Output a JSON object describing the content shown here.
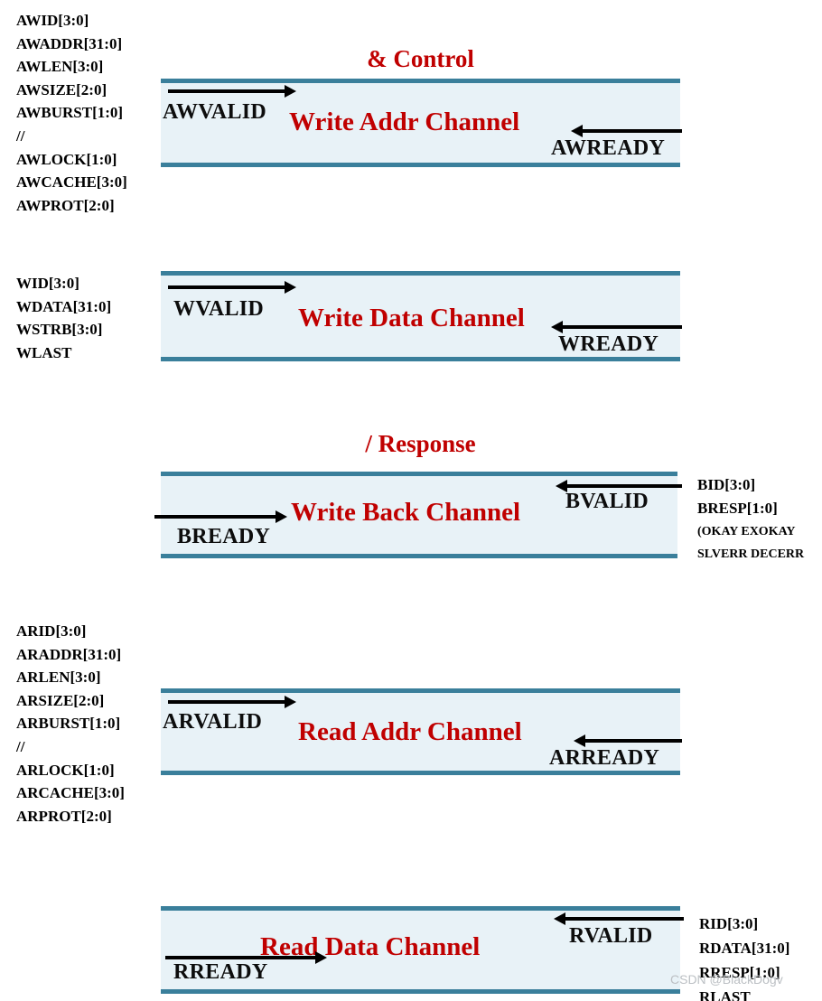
{
  "colors": {
    "accent_red": "#c00000",
    "band_border_teal": "#3a7f9b",
    "band_fill": "#e8f2f7",
    "signal_black": "#000000",
    "watermark_gray": "#bcc0c4"
  },
  "headings": {
    "write_addr": "& Control",
    "write_back": "/ Response"
  },
  "channels": {
    "write_addr": {
      "name": "Write Addr Channel",
      "valid": "AWVALID",
      "ready": "AWREADY"
    },
    "write_data": {
      "name": "Write Data Channel",
      "valid": "WVALID",
      "ready": "WREADY"
    },
    "write_back": {
      "name": "Write Back Channel",
      "valid": "BVALID",
      "ready": "BREADY"
    },
    "read_addr": {
      "name": "Read Addr Channel",
      "valid": "ARVALID",
      "ready": "ARREADY"
    },
    "read_data": {
      "name": "Read Data Channel",
      "valid": "RVALID",
      "ready": "RREADY"
    }
  },
  "signals": {
    "write_addr": [
      "AWID[3:0]",
      "AWADDR[31:0]",
      "AWLEN[3:0]",
      "AWSIZE[2:0]",
      "AWBURST[1:0]",
      "//",
      "AWLOCK[1:0]",
      "AWCACHE[3:0]",
      "AWPROT[2:0]"
    ],
    "write_data": [
      "WID[3:0]",
      "WDATA[31:0]",
      "WSTRB[3:0]",
      "WLAST"
    ],
    "write_back": [
      "BID[3:0]",
      "BRESP[1:0]"
    ],
    "write_back_resp_values": [
      "(OKAY EXOKAY",
      "SLVERR DECERR"
    ],
    "read_addr": [
      "ARID[3:0]",
      "ARADDR[31:0]",
      "ARLEN[3:0]",
      "ARSIZE[2:0]",
      "ARBURST[1:0]",
      "//",
      "ARLOCK[1:0]",
      "ARCACHE[3:0]",
      "ARPROT[2:0]"
    ],
    "read_data": [
      "RID[3:0]",
      "RDATA[31:0]",
      "RRESP[1:0]",
      "RLAST"
    ]
  },
  "watermark": "CSDN @BlackDogv"
}
